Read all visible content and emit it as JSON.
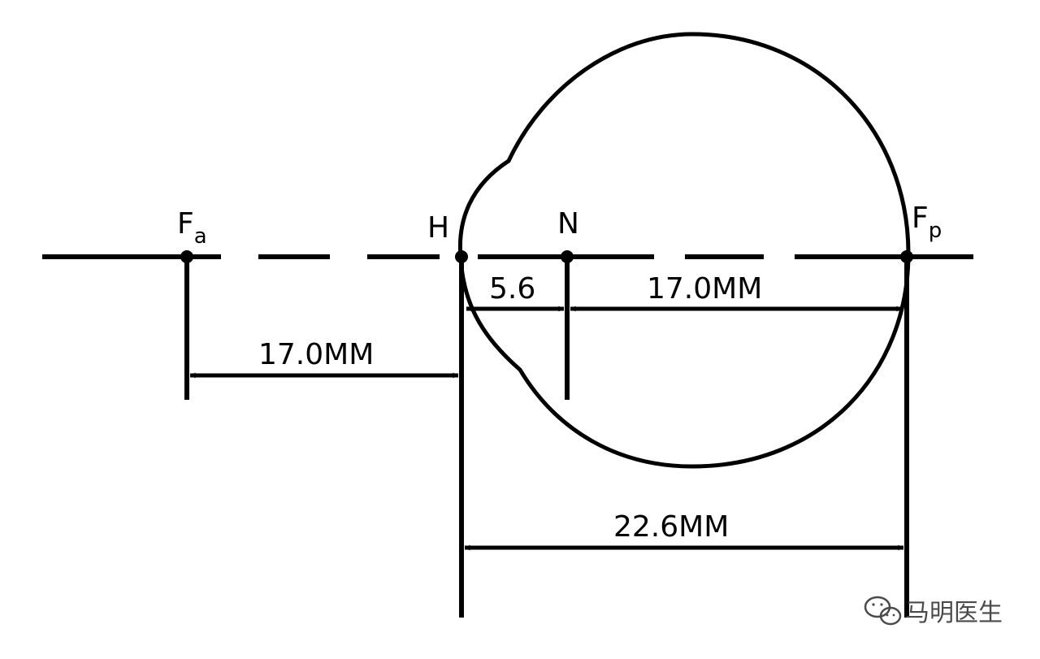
{
  "points": {
    "fa_main": "F",
    "fa_sub": "a",
    "h": "H",
    "n": "N",
    "fp_main": "F",
    "fp_sub": "p"
  },
  "dimensions": {
    "anterior_focal_length": "17.0MM",
    "h_to_n": "5.6",
    "posterior_focal_length": "17.0MM",
    "axial_length": "22.6MM"
  },
  "watermark": {
    "text": "马明医生",
    "icon": "wechat-icon"
  },
  "colors": {
    "ink": "#000000",
    "background": "#ffffff",
    "watermark": "#4a4a4a"
  }
}
